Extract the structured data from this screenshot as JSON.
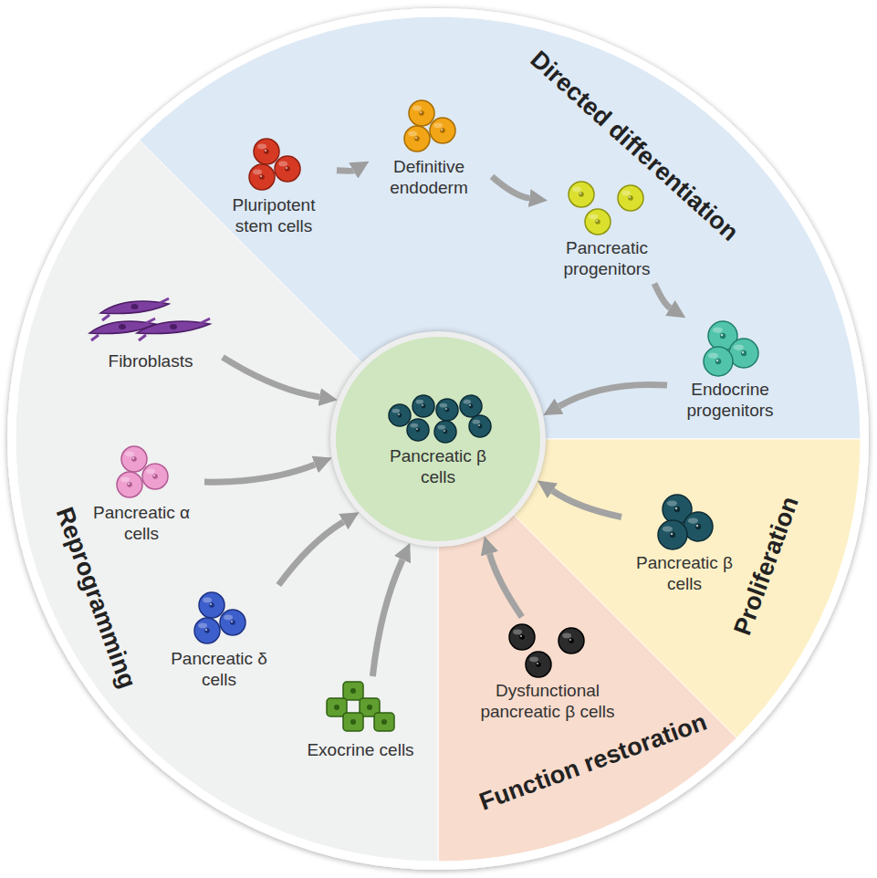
{
  "diagram": {
    "nodes": [
      {
        "text": [
          "Pluripotent stem cells"
        ]
      },
      {
        "text": [
          "Definitive endoderm"
        ]
      },
      {
        "text": [
          "Pancreatic progenitors"
        ]
      },
      {
        "text": [
          "Endocrine progenitors"
        ]
      },
      {
        "text": [
          "Fibroblasts"
        ]
      },
      {
        "text": [
          "Pancreatic β cells"
        ]
      },
      {
        "text": [
          "Pancreatic α cells"
        ]
      },
      {
        "text": [
          "Pancreatic β cells"
        ]
      },
      {
        "text": [
          "Pancreatic δ cells"
        ]
      },
      {
        "text": [
          "Exocrine cells"
        ]
      },
      {
        "text": [
          "Dysfunctional pancreatic β cells"
        ]
      }
    ],
    "edges": [
      {
        "from": 0,
        "to": 1,
        "arrow": "to"
      },
      {
        "from": 1,
        "to": 2,
        "arrow": "to"
      },
      {
        "from": 2,
        "to": 3,
        "arrow": "to"
      },
      {
        "from": 3,
        "to": 5,
        "arrow": "to"
      },
      {
        "from": 4,
        "to": 5,
        "arrow": "to"
      },
      {
        "from": 6,
        "to": 5,
        "arrow": "to"
      },
      {
        "from": 8,
        "to": 5,
        "arrow": "to"
      },
      {
        "from": 9,
        "to": 5,
        "arrow": "to"
      },
      {
        "from": 10,
        "to": 5,
        "arrow": "to"
      },
      {
        "from": 7,
        "to": 5,
        "arrow": "to"
      }
    ],
    "labels": [
      "Directed differentiation",
      "Proliferation",
      "Function restoration",
      "Reprogramming"
    ]
  }
}
